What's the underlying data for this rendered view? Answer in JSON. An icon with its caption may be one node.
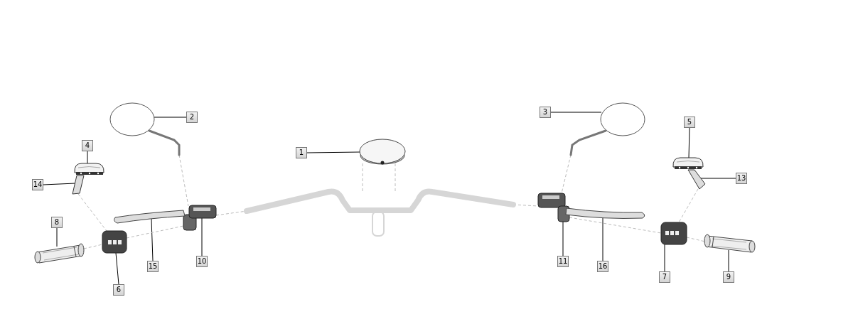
{
  "diagram": {
    "nodes": [
      {
        "text": [
          "1"
        ]
      },
      {
        "text": [
          "2"
        ]
      },
      {
        "text": [
          "3"
        ]
      },
      {
        "text": [
          "4"
        ]
      },
      {
        "text": [
          "5"
        ]
      },
      {
        "text": [
          "6"
        ]
      },
      {
        "text": [
          "7"
        ]
      },
      {
        "text": [
          "8"
        ]
      },
      {
        "text": [
          "9"
        ]
      },
      {
        "text": [
          "10"
        ]
      },
      {
        "text": [
          "11"
        ]
      },
      {
        "text": [
          "13"
        ]
      },
      {
        "text": [
          "14"
        ]
      },
      {
        "text": [
          "15"
        ]
      },
      {
        "text": [
          "16"
        ]
      },
      {
        "text": [],
        "shape": "picture"
      },
      {
        "text": [],
        "shape": "picture"
      },
      {
        "text": [],
        "shape": "picture"
      },
      {
        "text": [],
        "shape": "picture"
      },
      {
        "text": [],
        "shape": "picture"
      },
      {
        "text": [],
        "shape": "picture"
      },
      {
        "text": [],
        "shape": "picture"
      },
      {
        "text": [],
        "shape": "picture"
      },
      {
        "text": [],
        "shape": "picture"
      },
      {
        "text": [],
        "shape": "picture"
      },
      {
        "text": [],
        "shape": "picture"
      },
      {
        "text": [],
        "shape": "picture"
      },
      {
        "text": [],
        "shape": "picture"
      },
      {
        "text": [],
        "shape": "picture"
      },
      {
        "text": [],
        "shape": "picture"
      },
      {
        "text": [],
        "shape": "picture"
      }
    ],
    "edges": [
      {
        "from": 0,
        "to": 15,
        "arrow": "none"
      },
      {
        "from": 1,
        "to": 16,
        "arrow": "none"
      },
      {
        "from": 2,
        "to": 17,
        "arrow": "none"
      },
      {
        "from": 3,
        "to": 18,
        "arrow": "none"
      },
      {
        "from": 4,
        "to": 19,
        "arrow": "none"
      },
      {
        "from": 5,
        "to": 20,
        "arrow": "none"
      },
      {
        "from": 6,
        "to": 21,
        "arrow": "none"
      },
      {
        "from": 7,
        "to": 22,
        "arrow": "none"
      },
      {
        "from": 8,
        "to": 23,
        "arrow": "none"
      },
      {
        "from": 9,
        "to": 24,
        "arrow": "none"
      },
      {
        "from": 10,
        "to": 25,
        "arrow": "none"
      },
      {
        "from": 11,
        "to": 26,
        "arrow": "none"
      },
      {
        "from": 12,
        "to": 27,
        "arrow": "none"
      },
      {
        "from": 13,
        "to": 28,
        "arrow": "none"
      },
      {
        "from": 14,
        "to": 29,
        "arrow": "none"
      },
      {
        "from": 16,
        "to": 24,
        "arrow": "none",
        "style": "dashed",
        "color": "#bbbbbb"
      },
      {
        "from": 17,
        "to": 25,
        "arrow": "none",
        "style": "dashed",
        "color": "#bbbbbb"
      },
      {
        "from": 27,
        "to": 20,
        "arrow": "none",
        "style": "dashed",
        "color": "#bbbbbb"
      },
      {
        "from": 26,
        "to": 21,
        "arrow": "none",
        "style": "dashed",
        "color": "#bbbbbb"
      },
      {
        "from": 22,
        "to": 20,
        "arrow": "none",
        "style": "dashed",
        "color": "#bbbbbb"
      },
      {
        "from": 20,
        "to": 24,
        "arrow": "none",
        "style": "dashed",
        "color": "#bbbbbb"
      },
      {
        "from": 24,
        "to": 30,
        "arrow": "none",
        "style": "dashed",
        "color": "#bbbbbb"
      },
      {
        "from": 30,
        "to": 25,
        "arrow": "none",
        "style": "dashed",
        "color": "#bbbbbb"
      },
      {
        "from": 25,
        "to": 21,
        "arrow": "none",
        "style": "dashed",
        "color": "#bbbbbb"
      },
      {
        "from": 21,
        "to": 23,
        "arrow": "none",
        "style": "dashed",
        "color": "#bbbbbb"
      },
      {
        "from": 15,
        "to": 30,
        "arrow": "none",
        "style": "dashed",
        "color": "#bbbbbb"
      },
      {
        "from": 15,
        "to": 30,
        "arrow": "none",
        "style": "dashed",
        "color": "#bbbbbb"
      }
    ]
  }
}
